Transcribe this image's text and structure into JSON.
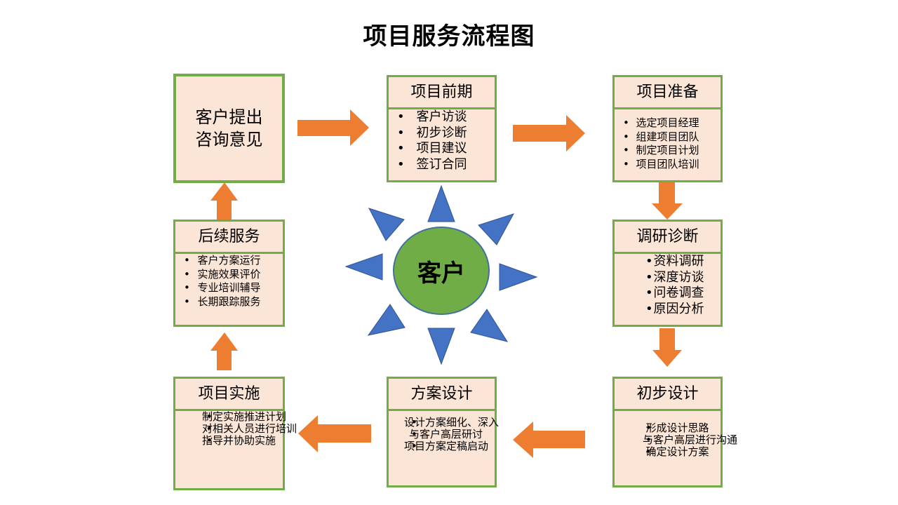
{
  "title": "项目服务流程图",
  "center_label": "客户",
  "start_box": {
    "line1": "客户提出",
    "line2": "咨询意见"
  },
  "boxes": {
    "pre": {
      "title": "项目前期",
      "items": [
        "客户访谈",
        "初步诊断",
        "项目建议",
        "签订合同"
      ]
    },
    "prep": {
      "title": "项目准备",
      "items": [
        "选定项目经理",
        "组建项目团队",
        "制定项目计划",
        "项目团队培训"
      ]
    },
    "research": {
      "title": "调研诊断",
      "items": [
        "资料调研",
        "深度访谈",
        "问卷调查",
        "原因分析"
      ]
    },
    "initial": {
      "title": "初步设计",
      "items": [
        "形成设计思路",
        "与客户高层进行沟通",
        "确定设计方案"
      ]
    },
    "scheme": {
      "title": "方案设计",
      "items": [
        "设计方案细化、深入",
        "与客户高层研讨",
        "项目方案定稿启动"
      ]
    },
    "impl": {
      "title": "项目实施",
      "items": [
        "制定实施推进计划",
        "对相关人员进行培训",
        "指导并协助实施"
      ]
    },
    "follow": {
      "title": "后续服务",
      "items": [
        "客户方案运行",
        "实施效果评价",
        "专业培训辅导",
        "长期跟踪服务"
      ]
    }
  },
  "colors": {
    "box_fill": "#fbe5d6",
    "box_border": "#70ad47",
    "arrow": "#ed7d31",
    "center_fill": "#70ad47",
    "ray": "#4472c4"
  }
}
